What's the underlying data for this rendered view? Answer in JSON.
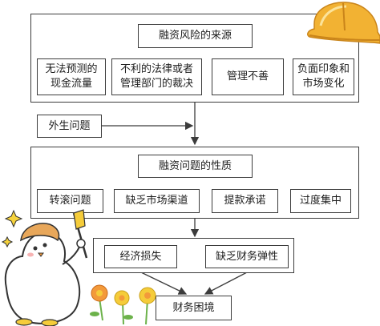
{
  "section1": {
    "title": "融资风险的来源",
    "items": [
      "无法预测的现金流量",
      "不利的法律或者管理部门的裁决",
      "管理不善",
      "负面印象和市场变化"
    ]
  },
  "external": "外生问题",
  "section2": {
    "title": "融资问题的性质",
    "items": [
      "转滚问题",
      "缺乏市场渠道",
      "提款承诺",
      "过度集中"
    ]
  },
  "section3": {
    "items": [
      "经济损失",
      "缺乏财务弹性"
    ]
  },
  "outcome": "财务困境",
  "colors": {
    "line": "#3c3c3c",
    "hat": "#f2b233",
    "flower_orange": "#f39a3a",
    "flower_yellow": "#f5cc3a",
    "leaf": "#6cb24a"
  },
  "icons": [
    "safety-helmet-icon",
    "duck-mascot-icon",
    "flower-icon"
  ]
}
